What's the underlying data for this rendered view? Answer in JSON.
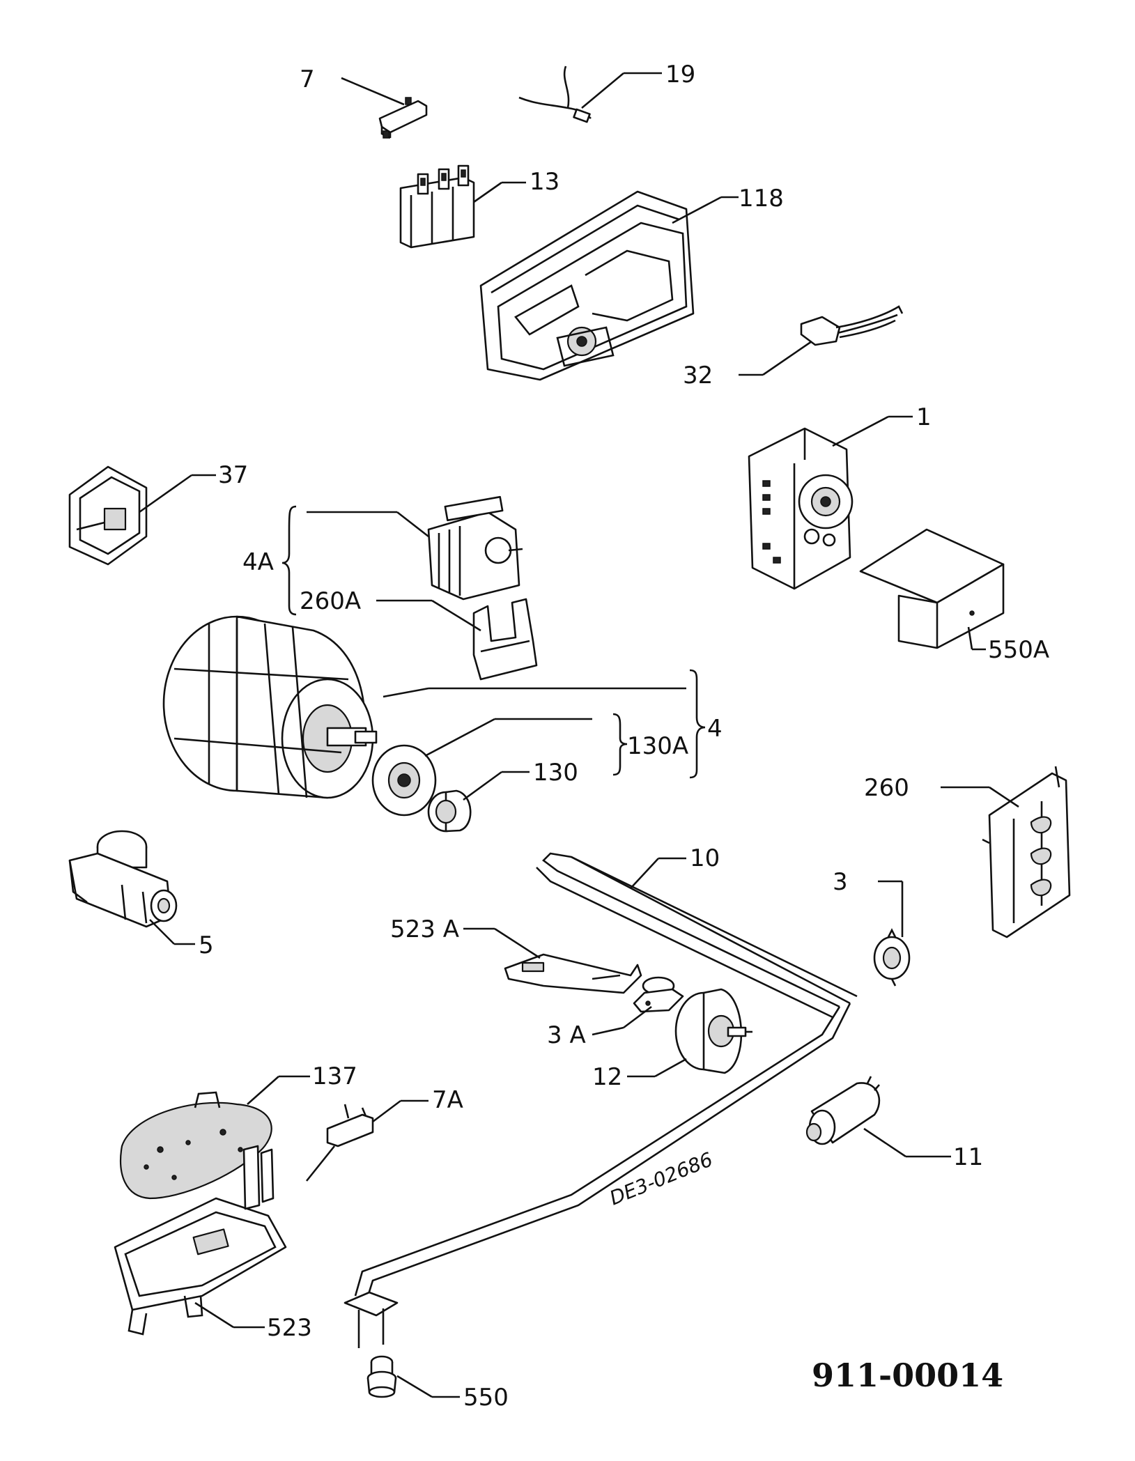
{
  "document_code": "911-00014",
  "stamp_text": "DE3-02686",
  "parts": [
    {
      "id": "p7",
      "label": "7"
    },
    {
      "id": "p19",
      "label": "19"
    },
    {
      "id": "p13",
      "label": "13"
    },
    {
      "id": "p118",
      "label": "118"
    },
    {
      "id": "p32",
      "label": "32"
    },
    {
      "id": "p1",
      "label": "1"
    },
    {
      "id": "p37",
      "label": "37"
    },
    {
      "id": "p4A",
      "label": "4A"
    },
    {
      "id": "p260A",
      "label": "260A"
    },
    {
      "id": "p550A",
      "label": "550A"
    },
    {
      "id": "p4",
      "label": "4"
    },
    {
      "id": "p130A",
      "label": "130A"
    },
    {
      "id": "p130",
      "label": "130"
    },
    {
      "id": "p260",
      "label": "260"
    },
    {
      "id": "p10",
      "label": "10"
    },
    {
      "id": "p3",
      "label": "3"
    },
    {
      "id": "p5",
      "label": "5"
    },
    {
      "id": "p523A",
      "label": "523 A"
    },
    {
      "id": "p3A",
      "label": "3 A"
    },
    {
      "id": "p12",
      "label": "12"
    },
    {
      "id": "p137",
      "label": "137"
    },
    {
      "id": "p7A",
      "label": "7A"
    },
    {
      "id": "p11",
      "label": "11"
    },
    {
      "id": "p523",
      "label": "523"
    },
    {
      "id": "p550",
      "label": "550"
    }
  ]
}
